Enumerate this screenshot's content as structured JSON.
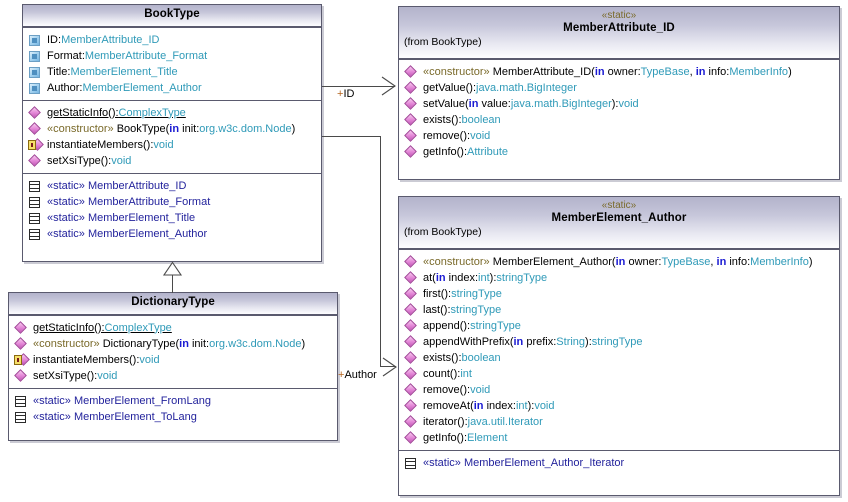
{
  "diagram": {
    "type": "uml-class-diagram",
    "classes": [
      {
        "id": "booktype",
        "name": "BookType",
        "stereotype": "",
        "from": "",
        "attributes": [
          {
            "icon": "attribute-icon",
            "name": "ID",
            "type": "MemberAttribute_ID"
          },
          {
            "icon": "attribute-icon",
            "name": "Format",
            "type": "MemberAttribute_Format"
          },
          {
            "icon": "attribute-icon",
            "name": "Title",
            "type": "MemberElement_Title"
          },
          {
            "icon": "attribute-icon",
            "name": "Author",
            "type": "MemberElement_Author"
          }
        ],
        "operations": [
          {
            "icon": "operation-icon",
            "static": true,
            "stereotype": "",
            "signature": "getStaticInfo()",
            "type": "ComplexType"
          },
          {
            "icon": "operation-icon",
            "static": false,
            "stereotype": "«constructor»",
            "signature": "BookType(in init:org.w3c.dom.Node)",
            "type": ""
          },
          {
            "icon": "operation-private-icon",
            "static": false,
            "stereotype": "",
            "signature": "instantiateMembers()",
            "type": "void"
          },
          {
            "icon": "operation-icon",
            "static": false,
            "stereotype": "",
            "signature": "setXsiType()",
            "type": "void"
          }
        ],
        "nested": [
          {
            "icon": "class-icon",
            "stereotype": "«static»",
            "name": "MemberAttribute_ID"
          },
          {
            "icon": "class-icon",
            "stereotype": "«static»",
            "name": "MemberAttribute_Format"
          },
          {
            "icon": "class-icon",
            "stereotype": "«static»",
            "name": "MemberElement_Title"
          },
          {
            "icon": "class-icon",
            "stereotype": "«static»",
            "name": "MemberElement_Author"
          }
        ]
      },
      {
        "id": "dictionarytype",
        "name": "DictionaryType",
        "stereotype": "",
        "from": "",
        "attributes": [],
        "operations": [
          {
            "icon": "operation-icon",
            "static": true,
            "stereotype": "",
            "signature": "getStaticInfo()",
            "type": "ComplexType"
          },
          {
            "icon": "operation-icon",
            "static": false,
            "stereotype": "«constructor»",
            "signature": "DictionaryType(in init:org.w3c.dom.Node)",
            "type": ""
          },
          {
            "icon": "operation-private-icon",
            "static": false,
            "stereotype": "",
            "signature": "instantiateMembers()",
            "type": "void"
          },
          {
            "icon": "operation-icon",
            "static": false,
            "stereotype": "",
            "signature": "setXsiType()",
            "type": "void"
          }
        ],
        "nested": [
          {
            "icon": "class-icon",
            "stereotype": "«static»",
            "name": "MemberElement_FromLang"
          },
          {
            "icon": "class-icon",
            "stereotype": "«static»",
            "name": "MemberElement_ToLang"
          }
        ]
      },
      {
        "id": "memberattribute-id",
        "name": "MemberAttribute_ID",
        "stereotype": "«static»",
        "from": "(from BookType)",
        "attributes": [],
        "operations": [
          {
            "icon": "operation-icon",
            "static": false,
            "stereotype": "«constructor»",
            "signature": "MemberAttribute_ID(in owner:TypeBase, in info:MemberInfo)",
            "type": ""
          },
          {
            "icon": "operation-icon",
            "static": false,
            "stereotype": "",
            "signature": "getValue()",
            "type": "java.math.BigInteger"
          },
          {
            "icon": "operation-icon",
            "static": false,
            "stereotype": "",
            "signature": "setValue(in value:java.math.BigInteger)",
            "type": "void"
          },
          {
            "icon": "operation-icon",
            "static": false,
            "stereotype": "",
            "signature": "exists()",
            "type": "boolean"
          },
          {
            "icon": "operation-icon",
            "static": false,
            "stereotype": "",
            "signature": "remove()",
            "type": "void"
          },
          {
            "icon": "operation-icon",
            "static": false,
            "stereotype": "",
            "signature": "getInfo()",
            "type": "Attribute"
          }
        ],
        "nested": []
      },
      {
        "id": "memberelement-author",
        "name": "MemberElement_Author",
        "stereotype": "«static»",
        "from": "(from BookType)",
        "attributes": [],
        "operations": [
          {
            "icon": "operation-icon",
            "static": false,
            "stereotype": "«constructor»",
            "signature": "MemberElement_Author(in owner:TypeBase, in info:MemberInfo)",
            "type": ""
          },
          {
            "icon": "operation-icon",
            "static": false,
            "stereotype": "",
            "signature": "at(in index:int)",
            "type": "stringType"
          },
          {
            "icon": "operation-icon",
            "static": false,
            "stereotype": "",
            "signature": "first()",
            "type": "stringType"
          },
          {
            "icon": "operation-icon",
            "static": false,
            "stereotype": "",
            "signature": "last()",
            "type": "stringType"
          },
          {
            "icon": "operation-icon",
            "static": false,
            "stereotype": "",
            "signature": "append()",
            "type": "stringType"
          },
          {
            "icon": "operation-icon",
            "static": false,
            "stereotype": "",
            "signature": "appendWithPrefix(in prefix:String)",
            "type": "stringType"
          },
          {
            "icon": "operation-icon",
            "static": false,
            "stereotype": "",
            "signature": "exists()",
            "type": "boolean"
          },
          {
            "icon": "operation-icon",
            "static": false,
            "stereotype": "",
            "signature": "count()",
            "type": "int"
          },
          {
            "icon": "operation-icon",
            "static": false,
            "stereotype": "",
            "signature": "remove()",
            "type": "void"
          },
          {
            "icon": "operation-icon",
            "static": false,
            "stereotype": "",
            "signature": "removeAt(in index:int)",
            "type": "void"
          },
          {
            "icon": "operation-icon",
            "static": false,
            "stereotype": "",
            "signature": "iterator()",
            "type": "java.util.Iterator"
          },
          {
            "icon": "operation-icon",
            "static": false,
            "stereotype": "",
            "signature": "getInfo()",
            "type": "Element"
          }
        ],
        "nested": [
          {
            "icon": "class-icon",
            "stereotype": "«static»",
            "name": "MemberElement_Author_Iterator"
          }
        ]
      }
    ],
    "connectors": [
      {
        "id": "assoc-id",
        "label_prefix": "+",
        "label": "ID",
        "kind": "association",
        "from": "BookType",
        "to": "MemberAttribute_ID"
      },
      {
        "id": "assoc-author",
        "label_prefix": "+",
        "label": "Author",
        "kind": "association",
        "from": "BookType",
        "to": "MemberElement_Author"
      },
      {
        "id": "gen-dictionarytype",
        "label_prefix": "",
        "label": "",
        "kind": "generalization",
        "from": "DictionaryType",
        "to": "BookType"
      }
    ],
    "colors": {
      "header_top": "#b3b3cb",
      "header_bottom": "#fdfdff",
      "border": "#5a5a6e",
      "type_text": "#2f9ab8",
      "keyword_text": "#7a6a2a",
      "in_param": "#1a1ad2",
      "nested_text": "#23239c",
      "connector": "#4a4a4a",
      "label_plus": "#b4641e"
    }
  }
}
